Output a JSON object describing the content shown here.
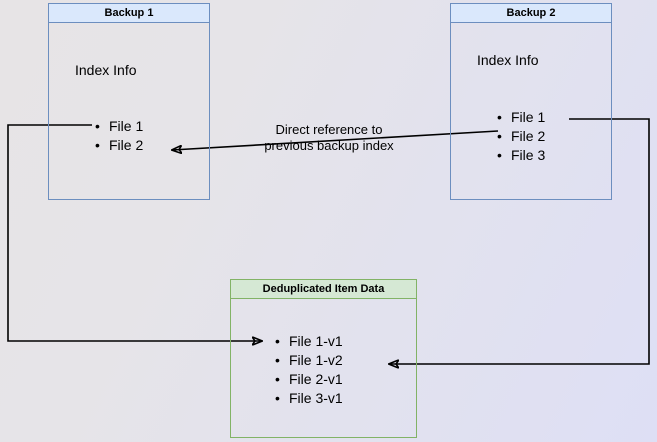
{
  "diagram": {
    "background_from": "#e7e4e6",
    "background_to": "#dedff5",
    "backup_box_border": "#6c8ebf",
    "backup_box_header_fill": "#dae8fc",
    "dedup_box_border": "#82b366",
    "dedup_box_header_fill": "#d5e8d4"
  },
  "backup1": {
    "title": "Backup 1",
    "section_label": "Index Info",
    "files": [
      "File 1",
      "File 2"
    ]
  },
  "backup2": {
    "title": "Backup 2",
    "section_label": "Index Info",
    "files": [
      "File 1",
      "File 2",
      "File 3"
    ]
  },
  "dedup": {
    "title": "Deduplicated Item Data",
    "files": [
      "File 1-v1",
      "File 1-v2",
      "File 2-v1",
      "File 3-v1"
    ]
  },
  "annotations": {
    "direct_reference": "Direct reference to\nprevious backup index"
  }
}
